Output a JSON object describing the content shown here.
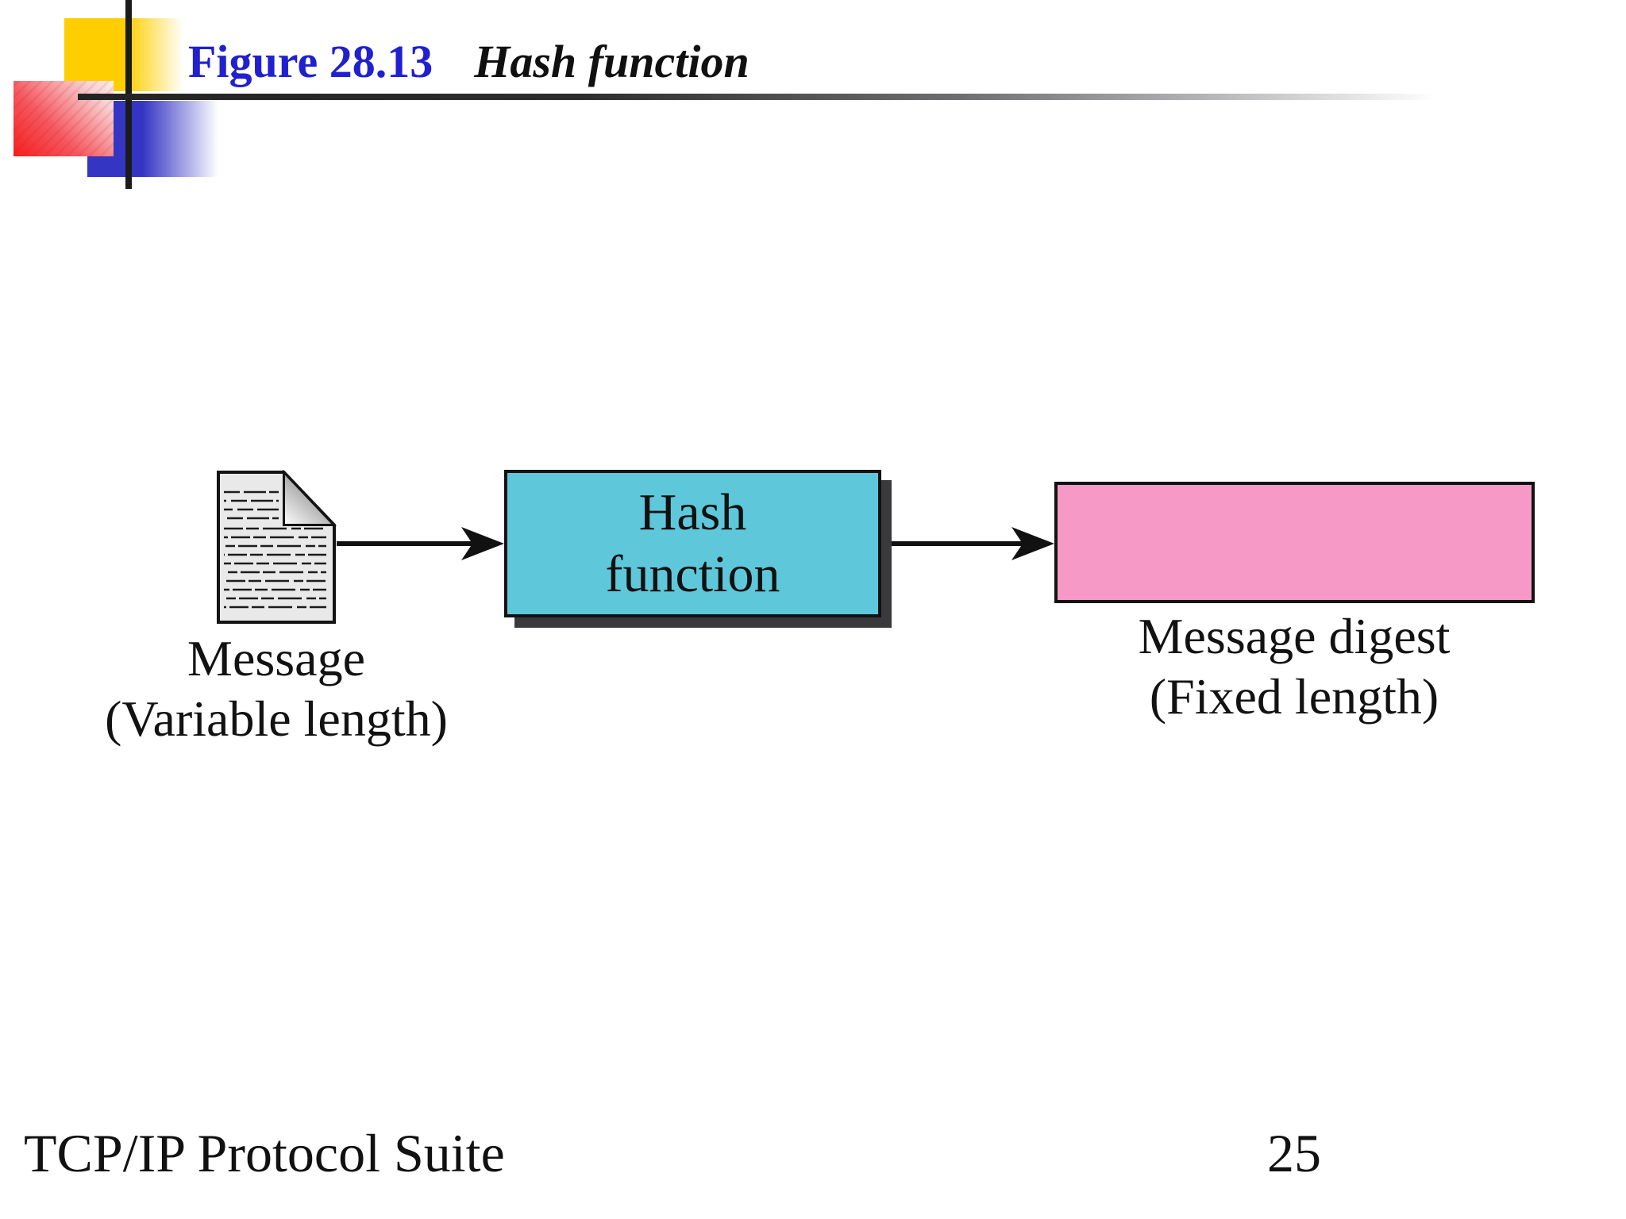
{
  "slide": {
    "figure_label": "Figure 28.13",
    "figure_title": "Hash function",
    "footer": "TCP/IP Protocol Suite",
    "page_number": "25"
  },
  "diagram": {
    "message": {
      "line1": "Message",
      "line2": "(Variable length)"
    },
    "hash_box": {
      "line1": "Hash",
      "line2": "function"
    },
    "digest": {
      "line1": "Message digest",
      "line2": "(Fixed length)"
    },
    "icons": {
      "message": "document-icon",
      "flow_left": "arrow-right-icon",
      "flow_right": "arrow-right-icon"
    },
    "colors": {
      "title_blue": "#2020d0",
      "hash_box_fill": "#5ec8da",
      "digest_box_fill": "#f799c7",
      "deco_yellow": "#ffce00",
      "deco_red": "#f81d1d",
      "deco_blue": "#3535c4",
      "line_dark": "#1b1b1b"
    }
  }
}
